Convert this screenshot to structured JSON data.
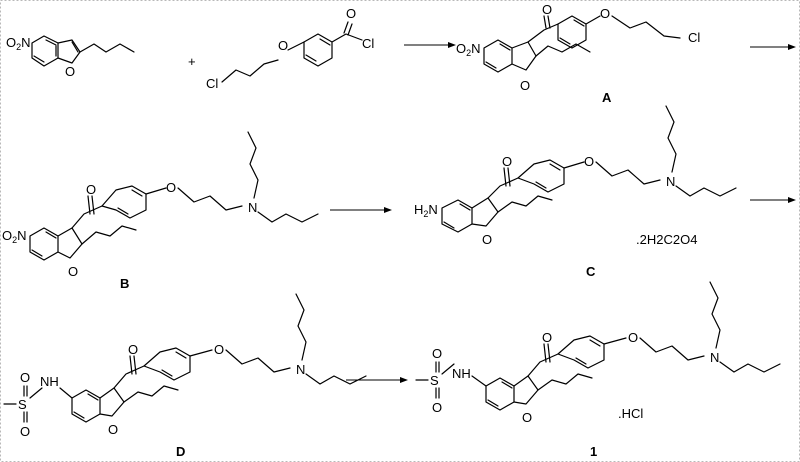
{
  "scheme": {
    "plus": "+",
    "compounds": {
      "A": {
        "label": "A"
      },
      "B": {
        "label": "B"
      },
      "C": {
        "label": "C",
        "salt": ".2H2C2O4"
      },
      "D": {
        "label": "D"
      },
      "final": {
        "label": "1",
        "salt": ".HCl"
      }
    },
    "atoms": {
      "O": "O",
      "Cl": "Cl",
      "N": "N",
      "S": "S",
      "NH": "NH",
      "H2N": "H2N",
      "O2N": "O2N"
    }
  }
}
